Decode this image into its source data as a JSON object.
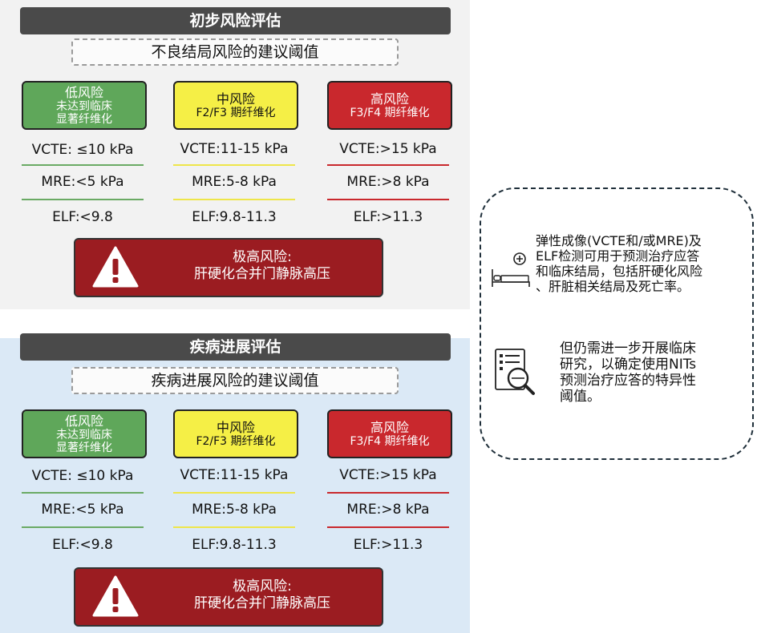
{
  "colors": {
    "low": "#5fa75a",
    "mid": "#f5ef46",
    "high": "#c9282d",
    "very_high": "#9b1c21",
    "header": "#4a4a4a"
  },
  "section1": {
    "title": "初步风险评估",
    "subtitle": "不良结局风险的建议阈值",
    "low": {
      "label": "低风险",
      "desc1": "未达到临床",
      "desc2": "显著纤维化",
      "vcte": "VCTE: ≤10 kPa",
      "mre": "MRE:<5 kPa",
      "elf": "ELF:<9.8"
    },
    "mid": {
      "label": "中风险",
      "desc1": "F2/F3 期纤维化",
      "vcte": "VCTE:11-15 kPa",
      "mre": "MRE:5-8 kPa",
      "elf": "ELF:9.8-11.3"
    },
    "high": {
      "label": "高风险",
      "desc1": "F3/F4 期纤维化",
      "vcte": "VCTE:>15 kPa",
      "mre": "MRE:>8 kPa",
      "elf": "ELF:>11.3"
    },
    "alert": {
      "line1": "极高风险:",
      "line2": "肝硬化合并门静脉高压",
      "icon": "warning-icon"
    }
  },
  "section2": {
    "title": "疾病进展评估",
    "subtitle": "疾病进展风险的建议阈值",
    "low": {
      "label": "低风险",
      "desc1": "未达到临床",
      "desc2": "显著纤维化",
      "vcte": "VCTE: ≤10 kPa",
      "mre": "MRE:<5 kPa",
      "elf": "ELF:<9.8"
    },
    "mid": {
      "label": "中风险",
      "desc1": "F2/F3 期纤维化",
      "vcte": "VCTE:11-15 kPa",
      "mre": "MRE:5-8 kPa",
      "elf": "ELF:9.8-11.3"
    },
    "high": {
      "label": "高风险",
      "desc1": "F3/F4 期纤维化",
      "vcte": "VCTE:>15 kPa",
      "mre": "MRE:>8 kPa",
      "elf": "ELF:>11.3"
    },
    "alert": {
      "line1": "极高风险:",
      "line2": "肝硬化合并门静脉高压",
      "icon": "warning-icon"
    }
  },
  "notes": {
    "note1": {
      "icon": "hospital-bed-icon",
      "lines": [
        "弹性成像(VCTE和/或MRE)及",
        "ELF检测可用于预测治疗应答",
        "和临床结局，包括肝硬化风险",
        "、肝脏相关结局及死亡率。"
      ]
    },
    "note2": {
      "icon": "report-magnifier-icon",
      "lines": [
        "但仍需进一步开展临床",
        "研究，以确定使用NITs",
        "预测治疗应答的特异性",
        "阈值。"
      ]
    }
  }
}
